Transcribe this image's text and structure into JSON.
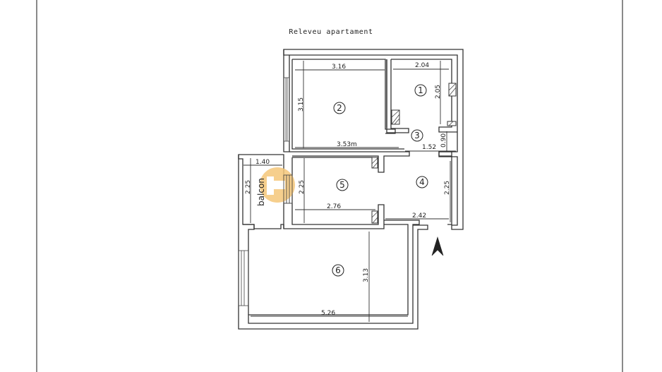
{
  "title": "Releveu apartament",
  "rooms": [
    {
      "id": "1",
      "label": "1"
    },
    {
      "id": "2",
      "label": "2"
    },
    {
      "id": "3",
      "label": "3"
    },
    {
      "id": "4",
      "label": "4"
    },
    {
      "id": "5",
      "label": "5"
    },
    {
      "id": "6",
      "label": "6"
    }
  ],
  "balcony_label": "balcon",
  "dimensions": {
    "room1_width": "2.04",
    "room1_height": "2.05",
    "room2_width": "3.16",
    "room2_height": "3.15",
    "hall_width": "3.53m",
    "room3_width": "1.52",
    "room3_height": "0.90",
    "balcony_width": "1.40",
    "balcony_height": "2.25",
    "room5_height": "2.25",
    "room5_width": "2.76",
    "room4_width": "2.42",
    "room4_height": "2.25",
    "room6_height": "3.13",
    "room6_width": "5.26"
  },
  "north_arrow": "north-arrow",
  "watermark": {
    "color": "#f5c77a",
    "letter": "C"
  }
}
